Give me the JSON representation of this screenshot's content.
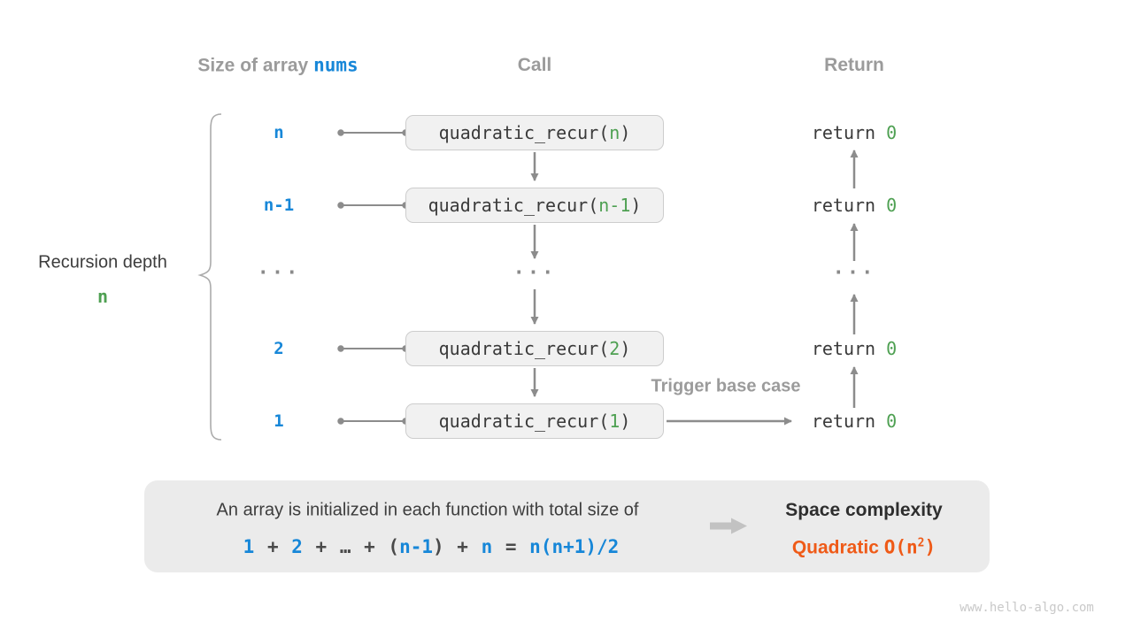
{
  "headers": {
    "size_prefix": "Size of array ",
    "size_code": "nums",
    "call": "Call",
    "return": "Return"
  },
  "depth_label": {
    "line1": "Recursion depth",
    "line2": "n"
  },
  "rows": [
    {
      "size": "n",
      "call_prefix": "quadratic_recur(",
      "call_arg": "n",
      "call_suffix": ")",
      "return_kw": "return ",
      "return_val": "0"
    },
    {
      "size": "n-1",
      "call_prefix": "quadratic_recur(",
      "call_arg": "n-1",
      "call_suffix": ")",
      "return_kw": "return ",
      "return_val": "0"
    },
    {
      "size": "2",
      "call_prefix": "quadratic_recur(",
      "call_arg": "2",
      "call_suffix": ")",
      "return_kw": "return ",
      "return_val": "0"
    },
    {
      "size": "1",
      "call_prefix": "quadratic_recur(",
      "call_arg": "1",
      "call_suffix": ")",
      "return_kw": "return ",
      "return_val": "0"
    }
  ],
  "ellipsis": {
    "size": "...",
    "call": "...",
    "return": "..."
  },
  "trigger_label": "Trigger base case",
  "info_box": {
    "line1": "An array is initialized in each function with total size of",
    "formula": {
      "p1": "1",
      "p2": " + ",
      "p3": "2",
      "p4": " + … + (",
      "p5": "n-1",
      "p6": ") + ",
      "p7": "n",
      "p8": " = ",
      "p9": "n(n+1)/2"
    },
    "space_title": "Space complexity",
    "complexity_label": "Quadratic ",
    "big_o_prefix": "O(n",
    "big_o_sup": "2",
    "big_o_suffix": ")"
  },
  "footer": "www.hello-algo.com",
  "colors": {
    "accent_blue": "#1787d8",
    "accent_green": "#4ea052",
    "accent_orange": "#ef5a17",
    "arrow_gray": "#8c8c8c",
    "header_gray": "#9b9b9b",
    "box_bg": "#f1f1f1",
    "info_bg": "#ebebeb"
  }
}
